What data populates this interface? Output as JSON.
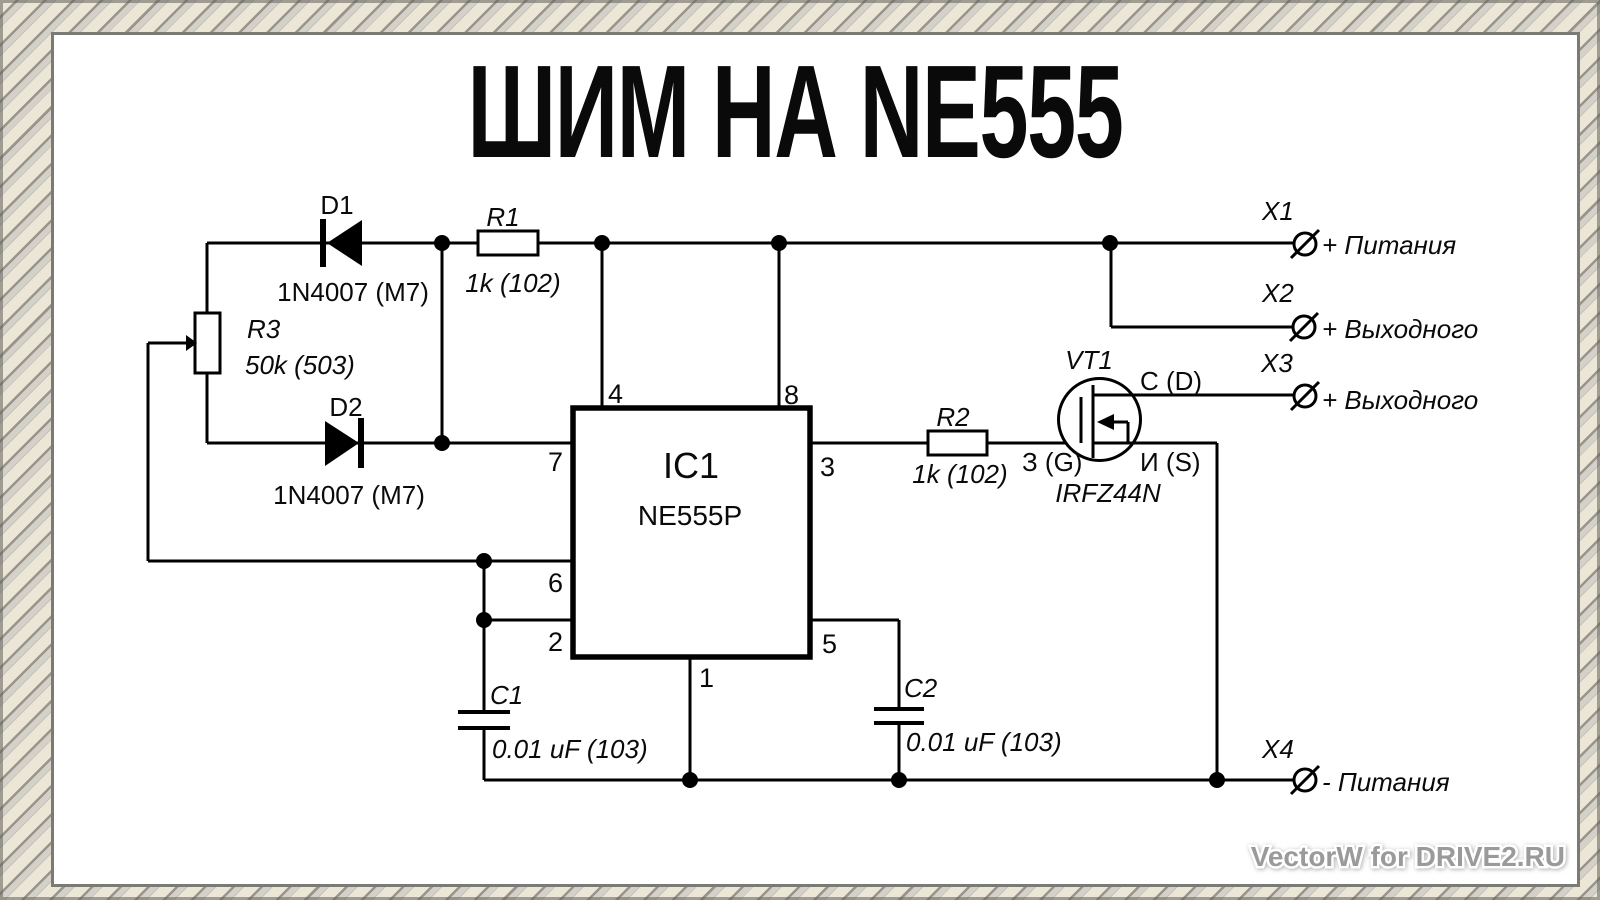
{
  "title": "ШИМ НА NE555",
  "watermark": "VectorW for DRIVE2.RU",
  "colors": {
    "wire": "#000000",
    "panel_bg": "#ffffff",
    "frame_beige": "#ece6d7",
    "frame_gray": "#d4d1c9",
    "frame_line": "#9a958c",
    "watermark_gray": "#9a9a9a"
  },
  "components": {
    "D1": {
      "ref": "D1",
      "value": "1N4007 (M7)"
    },
    "D2": {
      "ref": "D2",
      "value": "1N4007 (M7)"
    },
    "R1": {
      "ref": "R1",
      "value": "1k (102)"
    },
    "R2": {
      "ref": "R2",
      "value": "1k (102)"
    },
    "R3": {
      "ref": "R3",
      "value": "50k (503)"
    },
    "C1": {
      "ref": "C1",
      "value": "0.01 uF (103)"
    },
    "C2": {
      "ref": "C2",
      "value": "0.01 uF (103)"
    },
    "IC1": {
      "ref": "IC1",
      "part": "NE555P"
    },
    "VT1": {
      "ref": "VT1",
      "part": "IRFZ44N",
      "drain": "C (D)",
      "gate": "З (G)",
      "source": "И (S)"
    }
  },
  "ic_pins": {
    "p1": "1",
    "p2": "2",
    "p3": "3",
    "p4": "4",
    "p5": "5",
    "p6": "6",
    "p7": "7",
    "p8": "8"
  },
  "terminals": {
    "X1": {
      "ref": "X1",
      "label": "+ Питания"
    },
    "X2": {
      "ref": "X2",
      "label": "+ Выходного"
    },
    "X3": {
      "ref": "X3",
      "label": "+ Выходного"
    },
    "X4": {
      "ref": "X4",
      "label": "- Питания"
    }
  }
}
